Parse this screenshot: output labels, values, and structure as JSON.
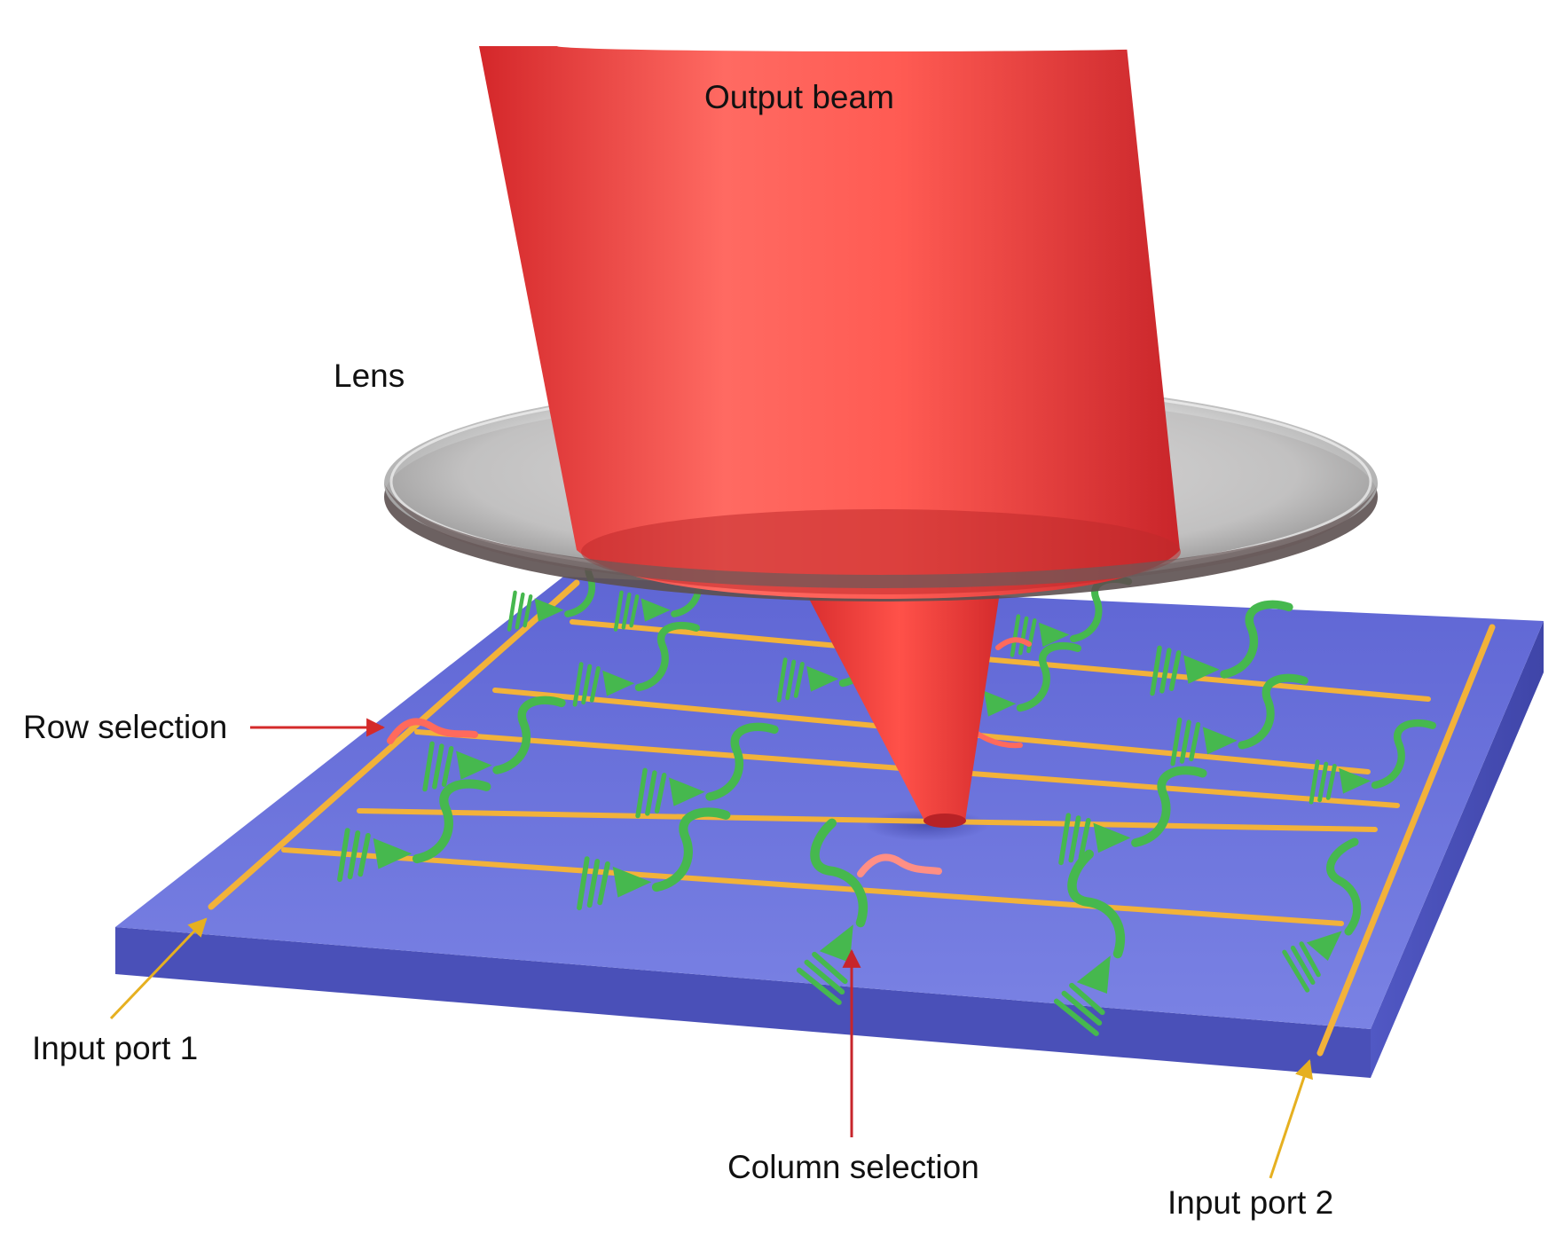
{
  "labels": {
    "output_beam": "Output beam",
    "lens": "Lens",
    "row_selection": "Row selection",
    "input_port_1": "Input port 1",
    "column_selection": "Column selection",
    "input_port_2": "Input port 2"
  },
  "colors": {
    "background": "#ffffff",
    "substrate_top": "#6b74dc",
    "substrate_side": "#4a50b8",
    "waveguide": "#f2b23a",
    "grating_antenna": "#46b84e",
    "beam": "#ff4a45",
    "lens": "#b9b9b9",
    "row_selection_arrow": "#d42a2a",
    "column_selection_arrow": "#c7252b",
    "input_port_arrow": "#e6b020",
    "selected_switch": "#ff6a5c"
  },
  "icons": {
    "antenna": "grating-antenna-icon",
    "switch": "selection-switch-icon"
  }
}
